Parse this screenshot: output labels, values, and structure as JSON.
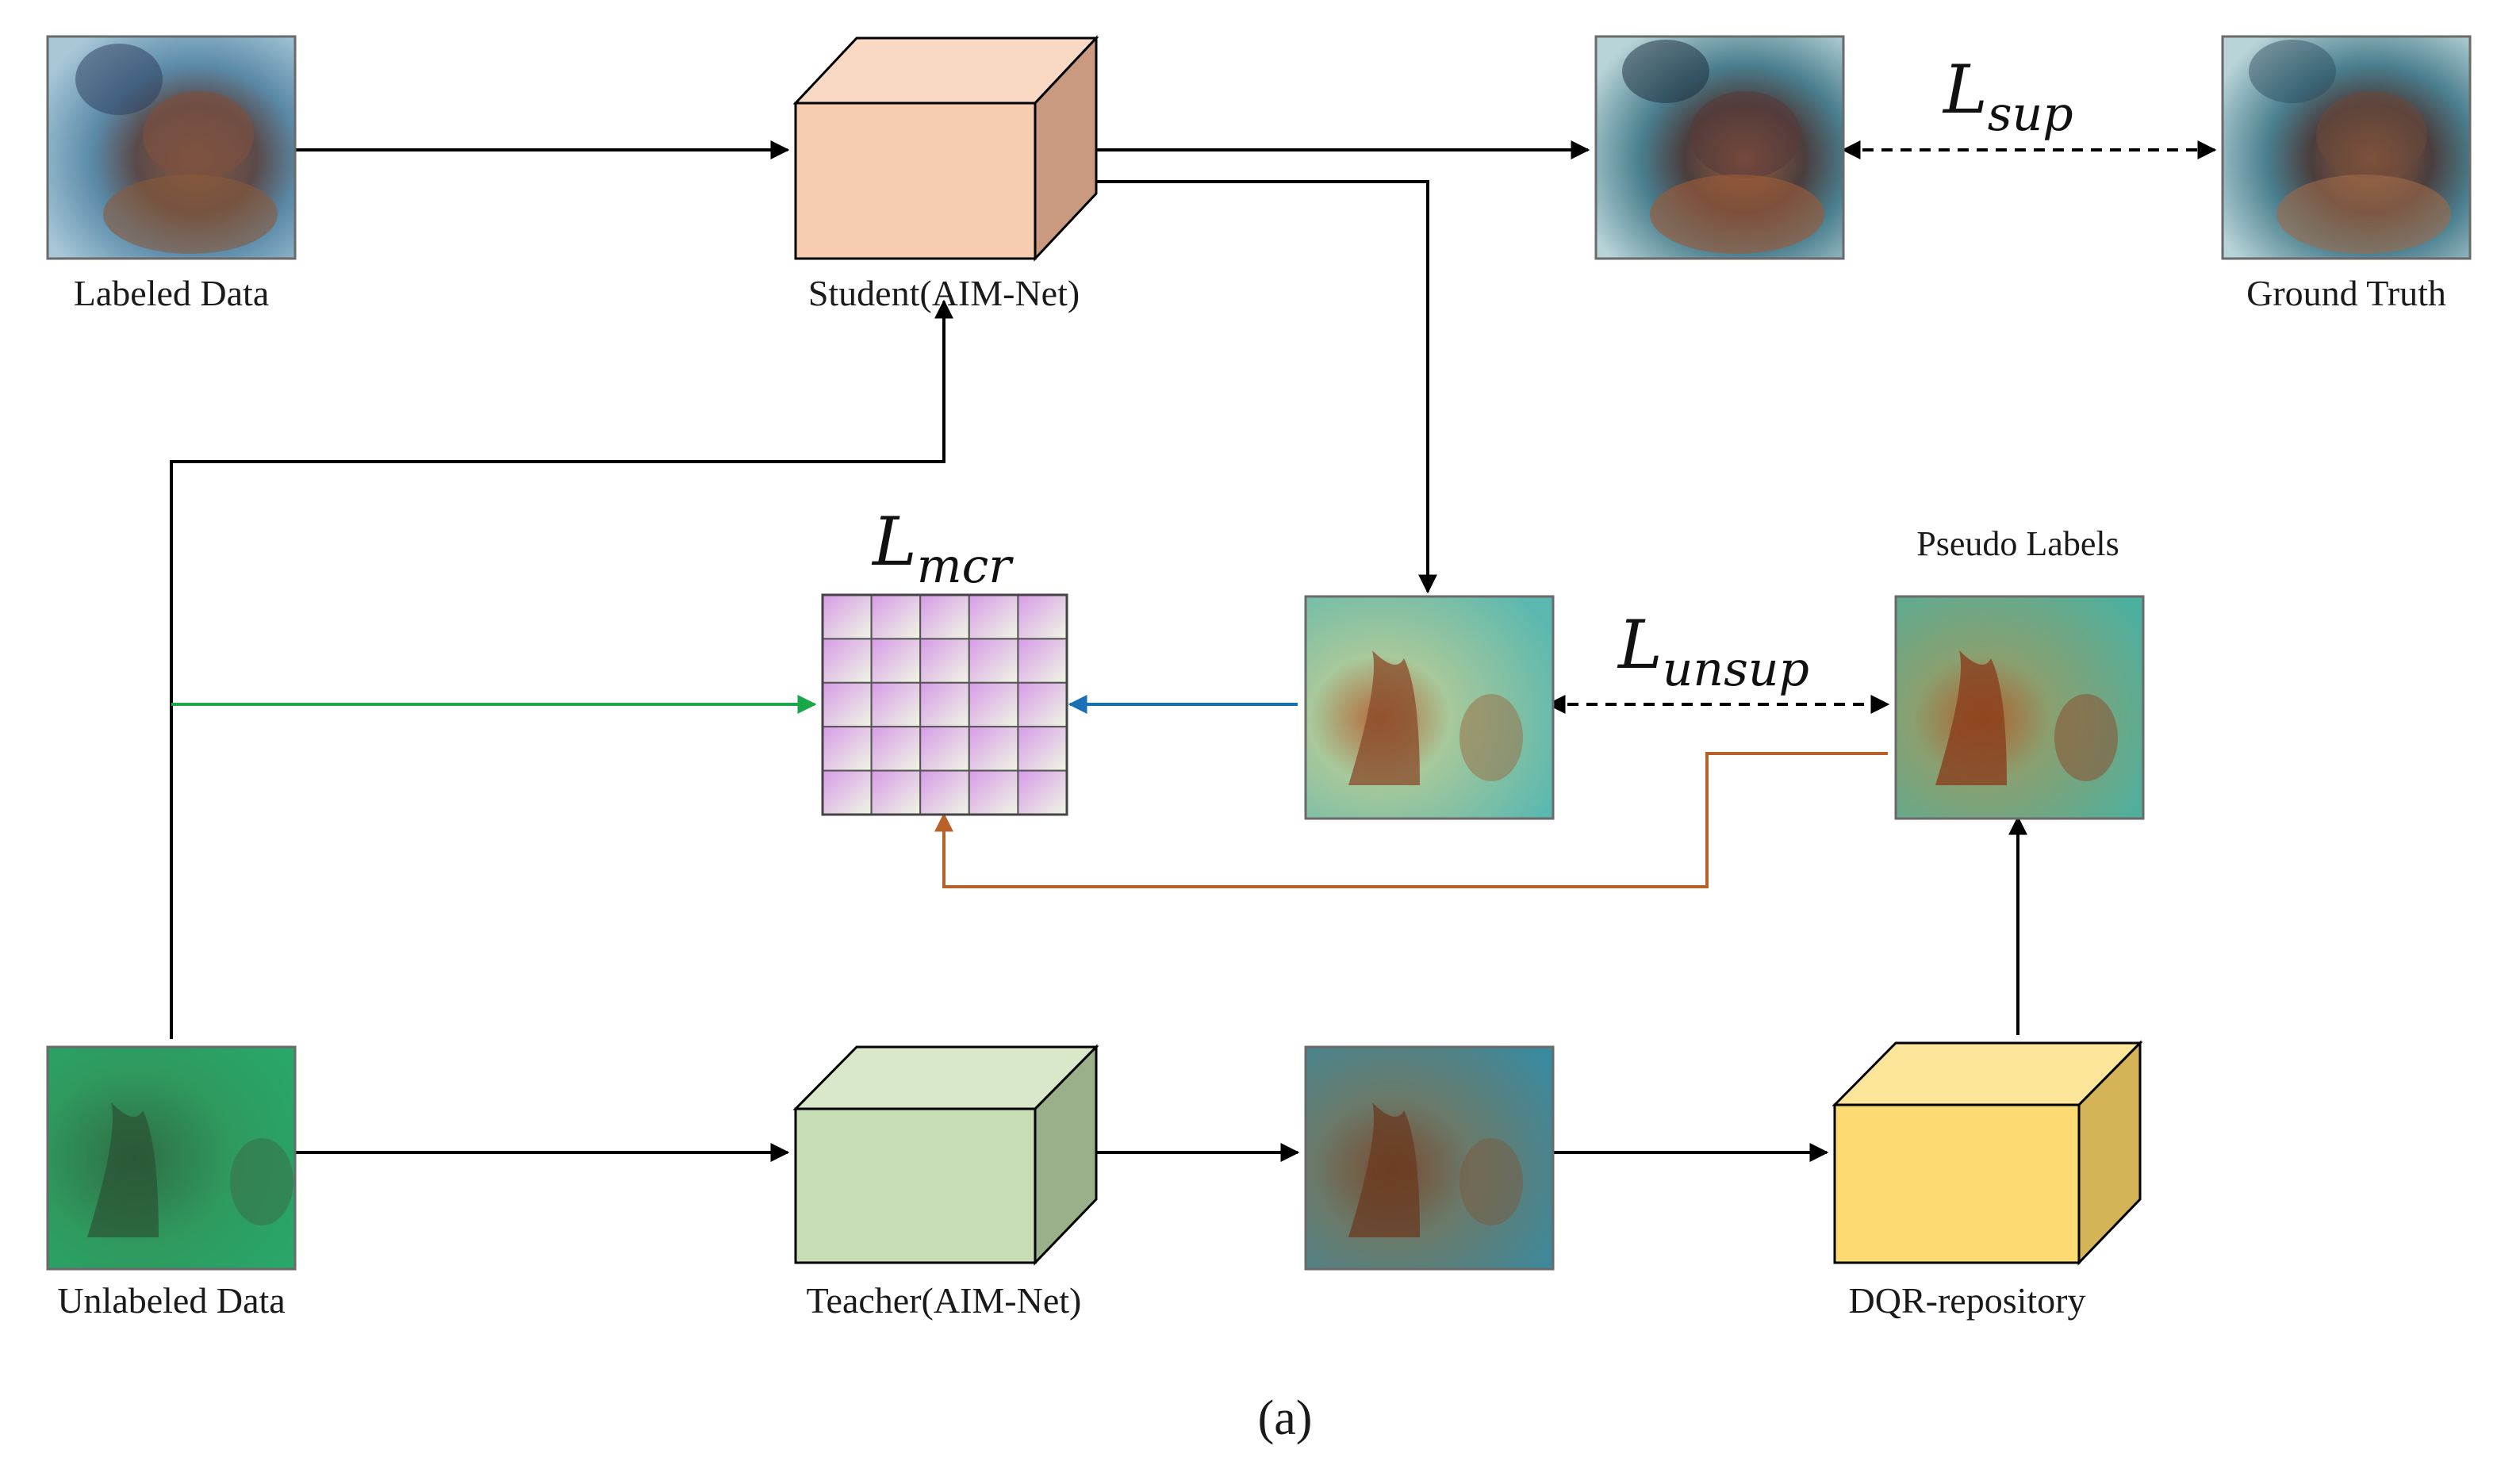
{
  "labels": {
    "labeled_data": "Labeled Data",
    "student": "Student(AIM-Net)",
    "ground_truth": "Ground Truth",
    "pseudo_labels": "Pseudo Labels",
    "unlabeled_data": "Unlabeled Data",
    "teacher": "Teacher(AIM-Net)",
    "dqr": "DQR-repository",
    "caption": "(a)"
  },
  "losses": {
    "sup": {
      "base": "L",
      "sub": "sup"
    },
    "unsup": {
      "base": "L",
      "sub": "unsup"
    },
    "mcr": {
      "base": "L",
      "sub": "mcr"
    }
  },
  "colors": {
    "student_cube": "#f7ccb0",
    "teacher_cube": "#c7ddb3",
    "dqr_cube": "#fddb72",
    "green_arrow": "#1aa64a",
    "blue_arrow": "#1a6fb5",
    "orange_arrow": "#b8612a",
    "black_arrow": "#000000"
  }
}
